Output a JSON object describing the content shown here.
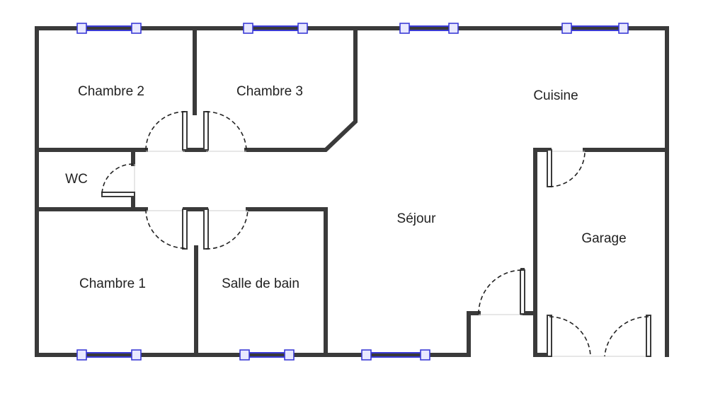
{
  "rooms": {
    "chambre2": "Chambre 2",
    "chambre3": "Chambre 3",
    "cuisine": "Cuisine",
    "wc": "WC",
    "sejour": "Séjour",
    "garage": "Garage",
    "chambre1": "Chambre 1",
    "salle_de_bain": "Salle de bain"
  },
  "colors": {
    "wall": "#3a3a3a",
    "window": "#3b3bd6",
    "background": "#ffffff"
  }
}
